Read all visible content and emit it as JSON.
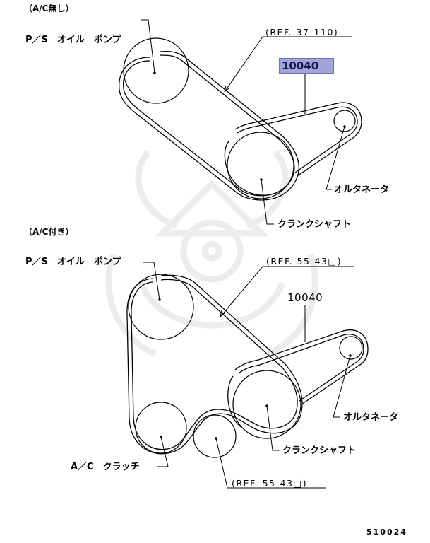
{
  "diagram": {
    "top": {
      "section_title": "（A/C無し）",
      "labels": {
        "ps_pump": "P／S　オイル　ポンプ",
        "belt_ref": "(REF. 37-110)",
        "part_number": "10040",
        "alternator": "オルタネータ",
        "crankshaft": "クランクシャフト"
      },
      "part_number_highlighted": true,
      "highlight_color": "#a3a3dc"
    },
    "bottom": {
      "section_title": "（A/C付き）",
      "labels": {
        "ps_pump": "P／S　オイル　ポンプ",
        "belt_ref": "(REF. 55-43□)",
        "part_number": "10040",
        "alternator": "オルタネータ",
        "crankshaft": "クランクシャフト",
        "ac_clutch": "A／C　クラッチ",
        "idler_ref": "(REF. 55-43□)"
      }
    },
    "figure_number": "510024"
  }
}
